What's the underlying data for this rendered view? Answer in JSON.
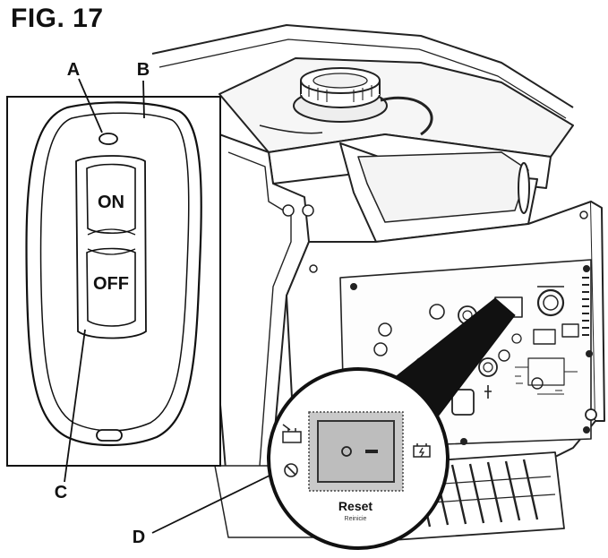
{
  "figure": {
    "title": "FIG. 17"
  },
  "callouts": {
    "a": "A",
    "b": "B",
    "c": "C",
    "d": "D"
  },
  "remote": {
    "on_label": "ON",
    "off_label": "OFF"
  },
  "reset_panel": {
    "label": "Reset",
    "sublabel": "Reinicie"
  },
  "icons": {
    "overload": "overload-icon",
    "battery": "battery-charge-icon",
    "no_entry": "prohibited-icon"
  }
}
